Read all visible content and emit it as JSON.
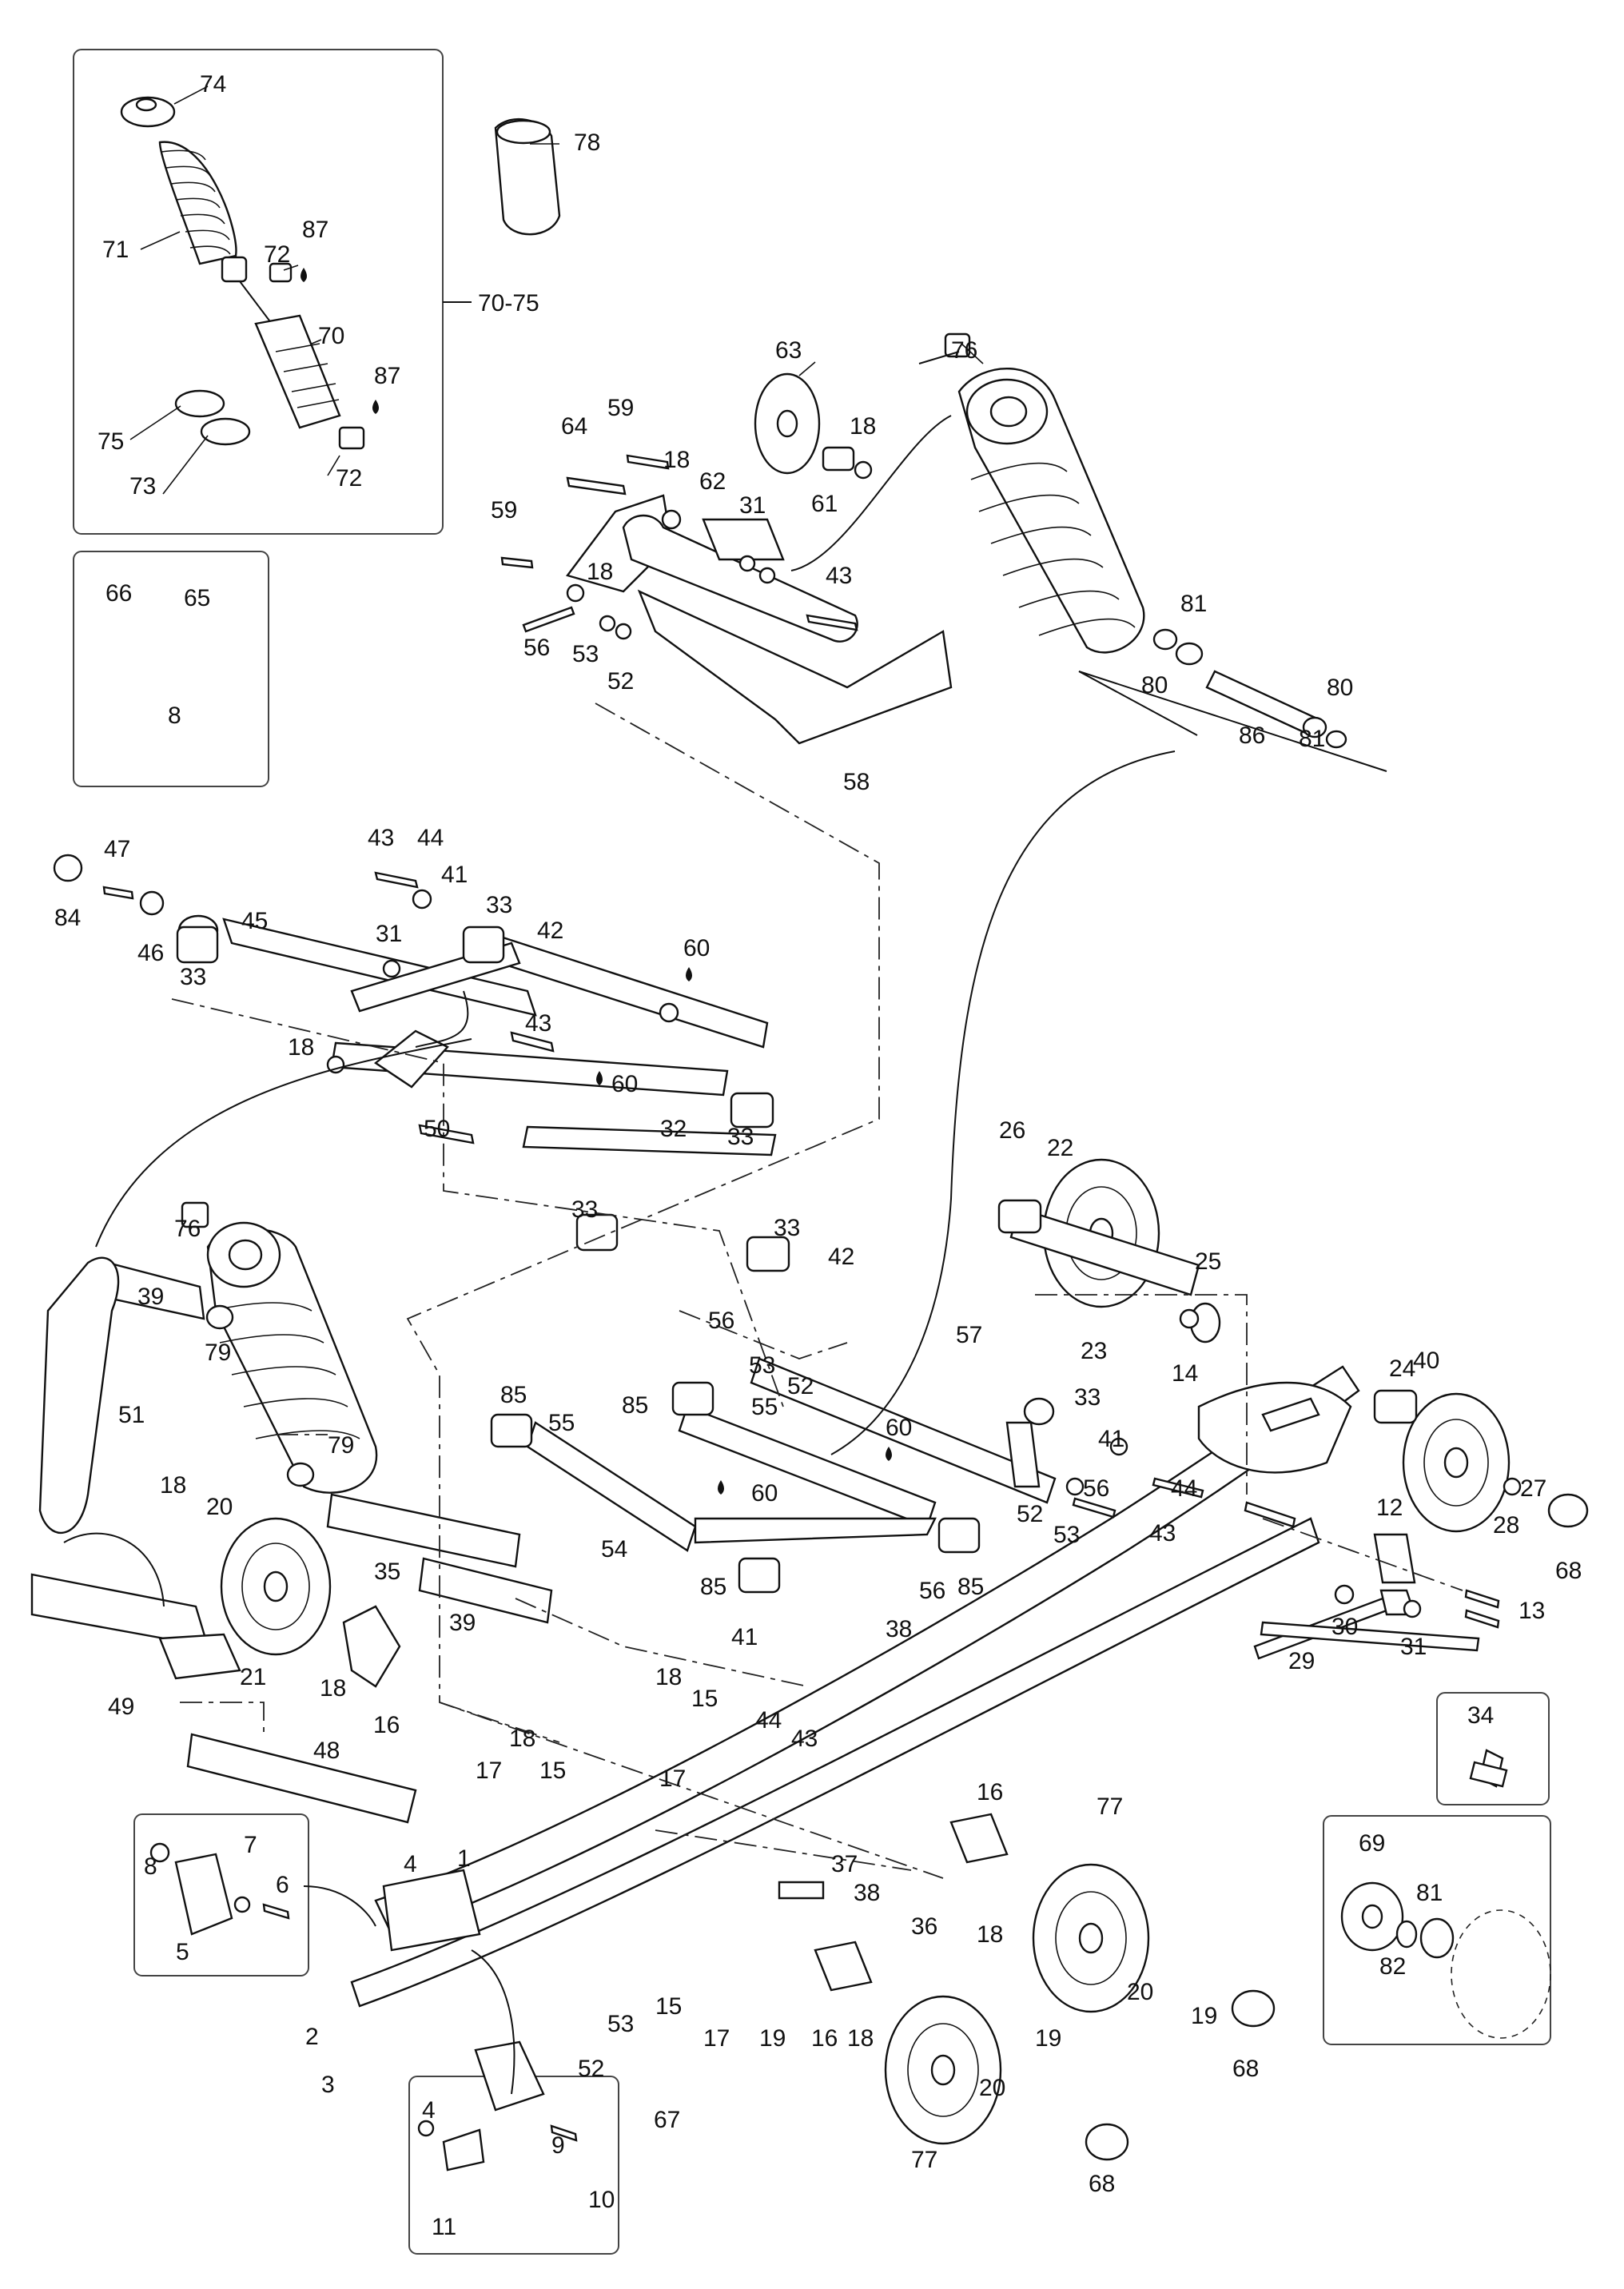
{
  "diagram": {
    "callouts": {
      "1": "1",
      "2": "2",
      "3": "3",
      "4": "4",
      "5": "5",
      "6": "6",
      "7": "7",
      "8": "8",
      "9": "9",
      "10": "10",
      "11": "11",
      "12": "12",
      "13": "13",
      "14": "14",
      "15": "15",
      "16": "16",
      "17": "17",
      "18": "18",
      "19": "19",
      "20": "20",
      "21": "21",
      "22": "22",
      "23": "23",
      "24": "24",
      "25": "25",
      "26": "26",
      "27": "27",
      "28": "28",
      "29": "29",
      "30": "30",
      "31": "31",
      "32": "32",
      "33": "33",
      "34": "34",
      "35": "35",
      "36": "36",
      "37": "37",
      "38": "38",
      "39": "39",
      "40": "40",
      "41": "41",
      "42": "42",
      "43": "43",
      "44": "44",
      "45": "45",
      "46": "46",
      "47": "47",
      "48": "48",
      "49": "49",
      "50": "50",
      "51": "51",
      "52": "52",
      "53": "53",
      "54": "54",
      "55": "55",
      "56": "56",
      "57": "57",
      "58": "58",
      "59": "59",
      "60": "60",
      "61": "61",
      "62": "62",
      "63": "63",
      "64": "64",
      "65": "65",
      "66": "66",
      "67": "67",
      "68": "68",
      "69": "69",
      "70": "70",
      "71": "71",
      "72": "72",
      "73": "73",
      "74": "74",
      "75": "75",
      "76": "76",
      "77": "77",
      "78": "78",
      "79": "79",
      "80": "80",
      "81": "81",
      "82": "82",
      "84": "84",
      "85": "85",
      "86": "86",
      "87": "87",
      "70_75": "70-75"
    }
  }
}
